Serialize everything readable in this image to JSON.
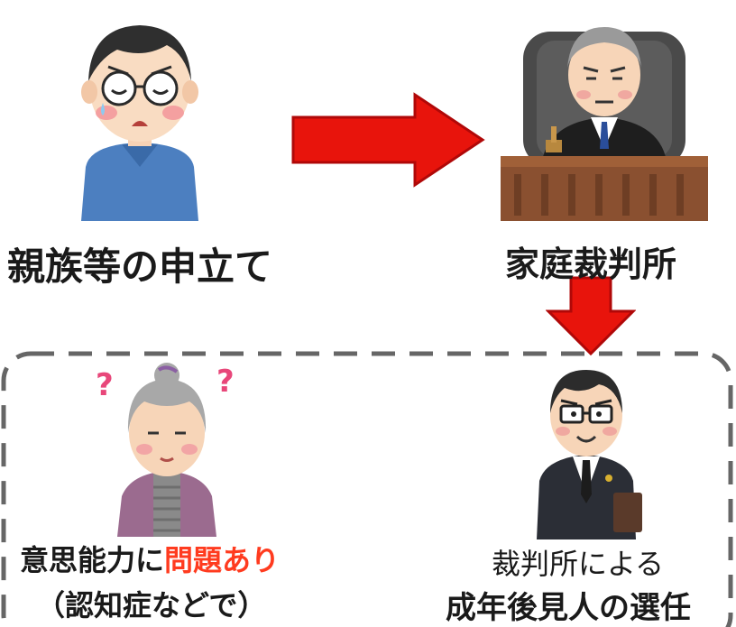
{
  "labels": {
    "applicant": "親族等の申立て",
    "court": "家庭裁判所",
    "elderly_prefix": "意思能力に",
    "elderly_highlight": "問題あり",
    "elderly_sub": "（認知症などで）",
    "guardian_prefix": "裁判所による",
    "guardian_main": "成年後見人の選任"
  },
  "colors": {
    "arrow_red": "#e8140c",
    "highlight_red": "#ff3b1f",
    "dashed_border": "#666666",
    "text": "#1a1a1a"
  },
  "icons": {
    "applicant": "worried-man-icon",
    "court": "judge-icon",
    "elderly": "confused-elderly-woman-icon",
    "guardian": "lawyer-icon"
  }
}
